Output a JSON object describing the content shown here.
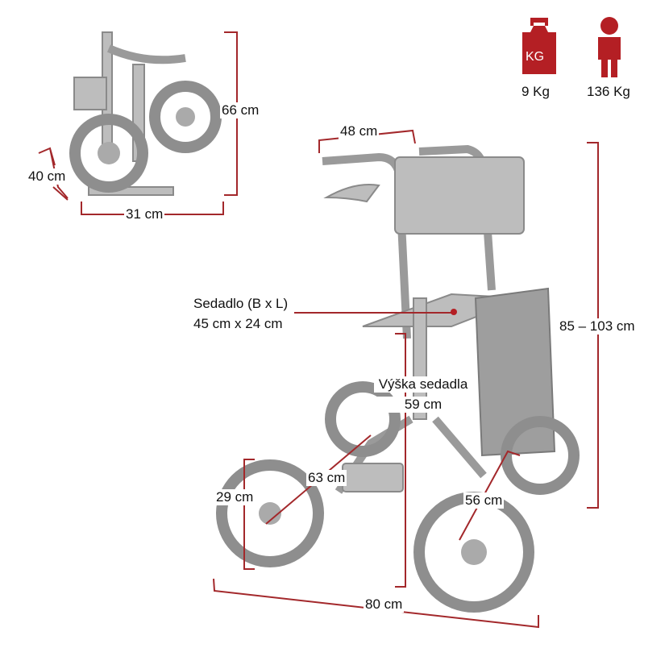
{
  "colors": {
    "accent": "#b41f24",
    "dimension_line": "#a3282b",
    "product": "#a6a6a6"
  },
  "icons": {
    "weight": "kettlebell-icon",
    "user": "person-icon"
  },
  "weight_icon_label": "KG",
  "product_weight": "9 Kg",
  "max_user_weight": "136 Kg",
  "folded": {
    "height": "66 cm",
    "depth": "40 cm",
    "width": "31 cm"
  },
  "handle_width": "48 cm",
  "handle_height": "85 – 103 cm",
  "seat": {
    "title": "Sedadlo (B x L)",
    "size": "45 cm x 24 cm"
  },
  "seat_height": {
    "title": "Výška sedadla",
    "value": "59 cm"
  },
  "inner_width": "63 cm",
  "wheel_diameter": "29 cm",
  "total_width": "56 cm",
  "total_length": "80 cm"
}
